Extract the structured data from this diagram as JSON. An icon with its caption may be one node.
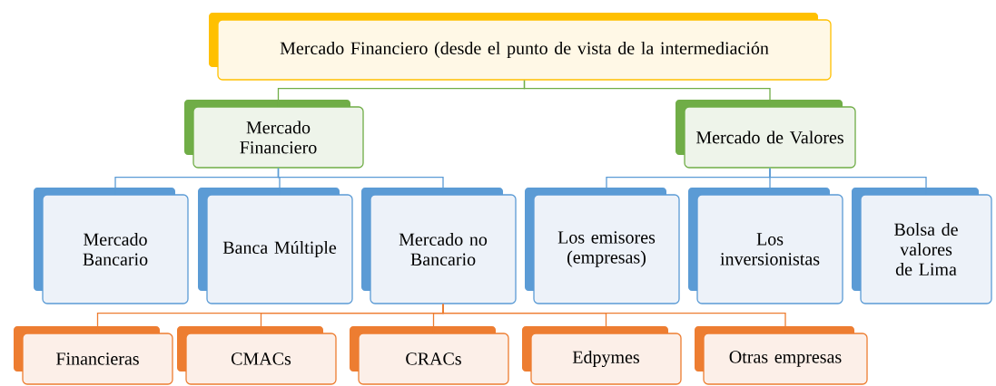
{
  "diagram": {
    "nodes": [
      {
        "text": [
          "Mercado Financiero (desde el punto de vista de la intermediación"
        ]
      },
      {
        "text": [
          "Mercado Financiero"
        ]
      },
      {
        "text": [
          "Mercado de Valores"
        ]
      },
      {
        "text": [
          "Mercado Bancario"
        ]
      },
      {
        "text": [
          "Banca Múltiple"
        ]
      },
      {
        "text": [
          "Mercado no Bancario"
        ]
      },
      {
        "text": [
          "Los emisores (empresas)"
        ]
      },
      {
        "text": [
          "Los inversionistas"
        ]
      },
      {
        "text": [
          "Bolsa de valores de Lima"
        ]
      },
      {
        "text": [
          "Financieras"
        ]
      },
      {
        "text": [
          "CMACs"
        ]
      },
      {
        "text": [
          "CRACs"
        ]
      },
      {
        "text": [
          "Edpymes"
        ]
      },
      {
        "text": [
          "Otras empresas"
        ]
      }
    ],
    "edges": [
      {
        "from": 0,
        "to": 1,
        "arrow": "none",
        "color": "#70ad47"
      },
      {
        "from": 0,
        "to": 2,
        "arrow": "none",
        "color": "#70ad47"
      },
      {
        "from": 1,
        "to": 3,
        "arrow": "none"
      },
      {
        "from": 1,
        "to": 4,
        "arrow": "none"
      },
      {
        "from": 1,
        "to": 5,
        "arrow": "none"
      },
      {
        "from": 2,
        "to": 6,
        "arrow": "none"
      },
      {
        "from": 2,
        "to": 7,
        "arrow": "none"
      },
      {
        "from": 2,
        "to": 8,
        "arrow": "none"
      },
      {
        "from": 5,
        "to": 9,
        "arrow": "none",
        "color": "#ed7d31"
      },
      {
        "from": 5,
        "to": 10,
        "arrow": "none",
        "color": "#ed7d31"
      },
      {
        "from": 5,
        "to": 11,
        "arrow": "none",
        "color": "#ed7d31"
      },
      {
        "from": 5,
        "to": 12,
        "arrow": "none",
        "color": "#ed7d31"
      },
      {
        "from": 5,
        "to": 13,
        "arrow": "none",
        "color": "#ed7d31"
      }
    ]
  }
}
